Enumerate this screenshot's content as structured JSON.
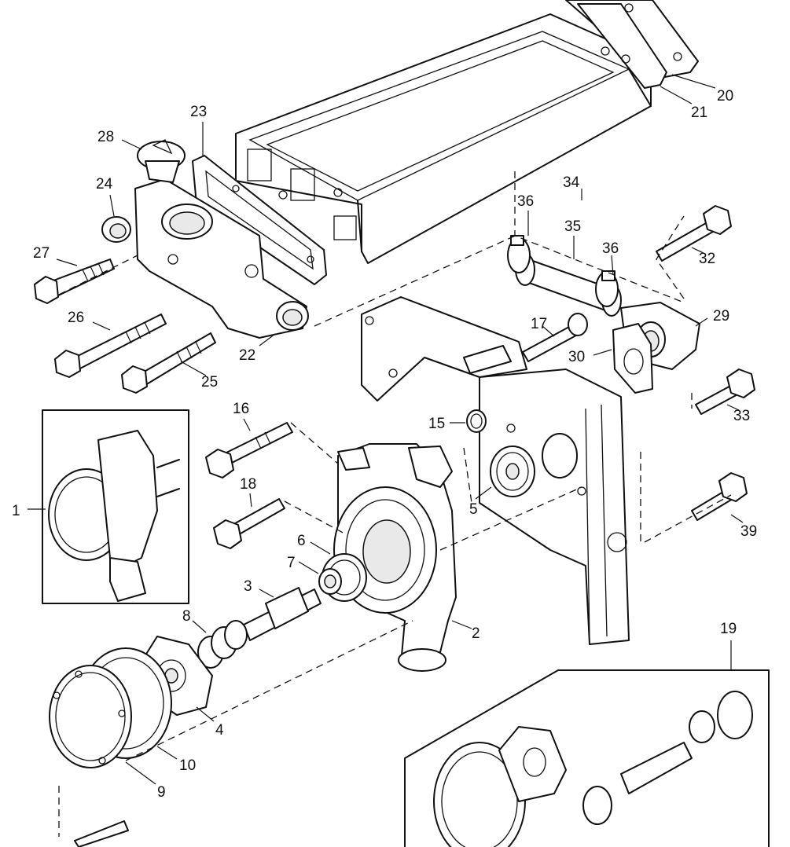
{
  "part_labels": [
    {
      "id": "1",
      "text": "1"
    },
    {
      "id": "2",
      "text": "2"
    },
    {
      "id": "3",
      "text": "3"
    },
    {
      "id": "4",
      "text": "4"
    },
    {
      "id": "5",
      "text": "5"
    },
    {
      "id": "6",
      "text": "6"
    },
    {
      "id": "7",
      "text": "7"
    },
    {
      "id": "8",
      "text": "8"
    },
    {
      "id": "9",
      "text": "9"
    },
    {
      "id": "10",
      "text": "10"
    },
    {
      "id": "15",
      "text": "15"
    },
    {
      "id": "16",
      "text": "16"
    },
    {
      "id": "17",
      "text": "17"
    },
    {
      "id": "18",
      "text": "18"
    },
    {
      "id": "19",
      "text": "19"
    },
    {
      "id": "20",
      "text": "20"
    },
    {
      "id": "21",
      "text": "21"
    },
    {
      "id": "22",
      "text": "22"
    },
    {
      "id": "23",
      "text": "23"
    },
    {
      "id": "24",
      "text": "24"
    },
    {
      "id": "25",
      "text": "25"
    },
    {
      "id": "26",
      "text": "26"
    },
    {
      "id": "27",
      "text": "27"
    },
    {
      "id": "28",
      "text": "28"
    },
    {
      "id": "29",
      "text": "29"
    },
    {
      "id": "30",
      "text": "30"
    },
    {
      "id": "32",
      "text": "32"
    },
    {
      "id": "33",
      "text": "33"
    },
    {
      "id": "34",
      "text": "34"
    },
    {
      "id": "35",
      "text": "35"
    },
    {
      "id": "36a",
      "text": "36"
    },
    {
      "id": "36b",
      "text": "36"
    },
    {
      "id": "39",
      "text": "39"
    }
  ]
}
